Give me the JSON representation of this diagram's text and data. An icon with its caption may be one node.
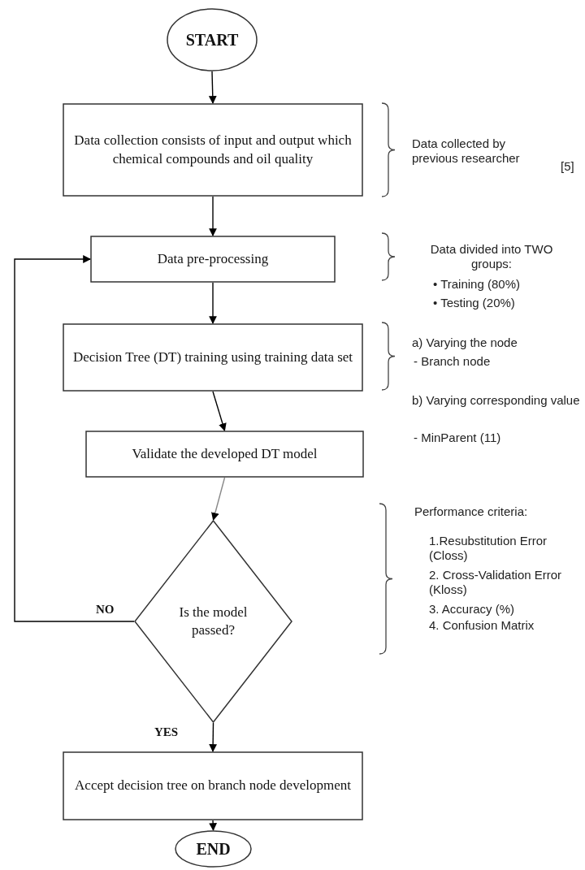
{
  "diagram": {
    "nodes": [
      {
        "text": [
          "START"
        ]
      },
      {
        "text": [
          "Data collection consists of input and output which chemical compounds and oil quality"
        ],
        "beside": [
          "Data collected by previous researcher",
          "[5]"
        ]
      },
      {
        "text": [
          "Data pre-processing"
        ],
        "beside": [
          "Data divided into TWO groups:",
          "• Training (80%)",
          "• Testing (20%)"
        ]
      },
      {
        "text": [
          "Decision Tree (DT) training using training data set"
        ],
        "beside": [
          "a) Varying the node",
          "- Branch node",
          "b) Varying corresponding value",
          "- MinParent (11)"
        ]
      },
      {
        "text": [
          "Validate the developed DT model"
        ]
      },
      {
        "text": [
          "Is the model passed?"
        ],
        "beside": [
          "Performance criteria:",
          "1.Resubstitution Error (Closs)",
          "2. Cross-Validation Error (Kloss)",
          "3. Accuracy (%)",
          "4. Confusion Matrix"
        ]
      },
      {
        "text": [
          "Accept decision tree on branch node development"
        ]
      },
      {
        "text": [
          "END"
        ]
      }
    ],
    "edges": [
      {
        "from": 0,
        "to": 1,
        "arrow": "to"
      },
      {
        "from": 1,
        "to": 2,
        "arrow": "to"
      },
      {
        "from": 2,
        "to": 3,
        "arrow": "to"
      },
      {
        "from": 3,
        "to": 4,
        "arrow": "to"
      },
      {
        "from": 4,
        "to": 5,
        "arrow": "to",
        "color": "#888888"
      },
      {
        "from": 5,
        "to": 6,
        "arrow": "to",
        "label": "YES"
      },
      {
        "from": 5,
        "to": 2,
        "arrow": "to",
        "label": "NO"
      },
      {
        "from": 6,
        "to": 7,
        "arrow": "to"
      }
    ]
  }
}
